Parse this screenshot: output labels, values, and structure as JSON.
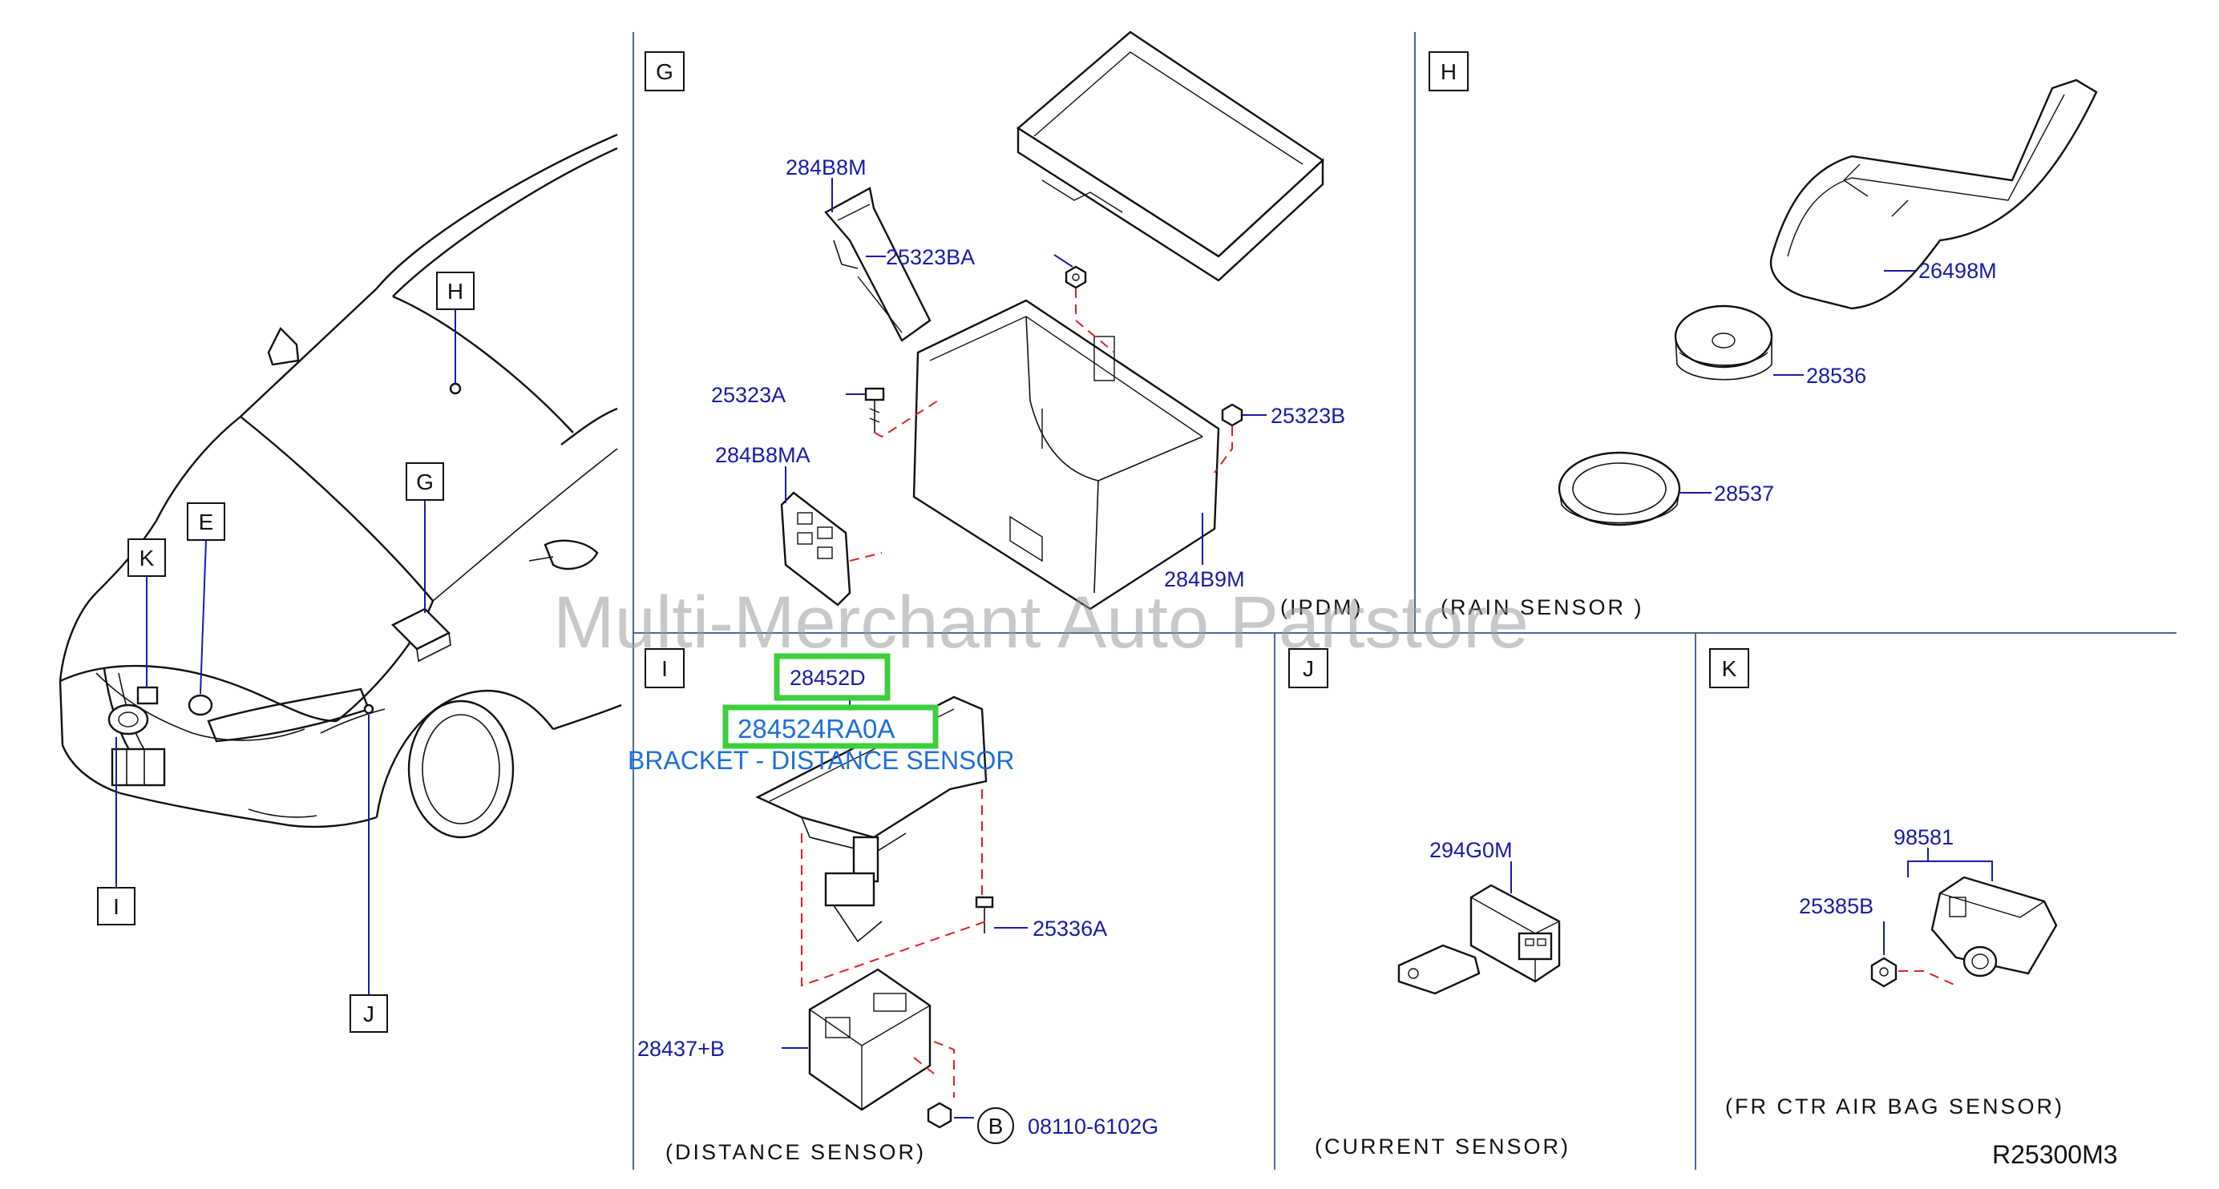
{
  "sections": {
    "G": "G",
    "H": "H",
    "I": "I",
    "J": "J",
    "K": "K"
  },
  "car_callouts": {
    "H": "H",
    "E": "E",
    "K": "K",
    "G": "G",
    "I": "I",
    "J": "J"
  },
  "parts": {
    "p284B8M": "284B8M",
    "p25323BA": "25323BA",
    "p25323A": "25323A",
    "p25323B": "25323B",
    "p284B8MA": "284B8MA",
    "p284B9M": "284B9M",
    "p26498M": "26498M",
    "p28536": "28536",
    "p28537": "28537",
    "p28452D": "28452D",
    "p284524RA0A": "284524RA0A",
    "p25336A": "25336A",
    "p28437B": "28437+B",
    "p08110": "08110-6102G",
    "p294G0M": "294G0M",
    "p98581": "98581",
    "p25385B": "25385B"
  },
  "bolt_marker": "B",
  "captions": {
    "ipdm": "(IPDM)",
    "rain": "(RAIN   SENSOR )",
    "distance": "(DISTANCE   SENSOR)",
    "current": "(CURRENT   SENSOR)",
    "airbag": "(FR   CTR   AIR   BAG   SENSOR)"
  },
  "highlight_label": "BRACKET - DISTANCE SENSOR",
  "watermark": "Multi-Merchant Auto Partstore",
  "diagram_id": "R25300M3",
  "colors": {
    "part_number": "#1a1aa8",
    "highlight_border": "#3ccf3c",
    "highlight_text": "#1f6fd6",
    "dashed_guides": "#e02020",
    "dividers": "#4a6a9a"
  }
}
